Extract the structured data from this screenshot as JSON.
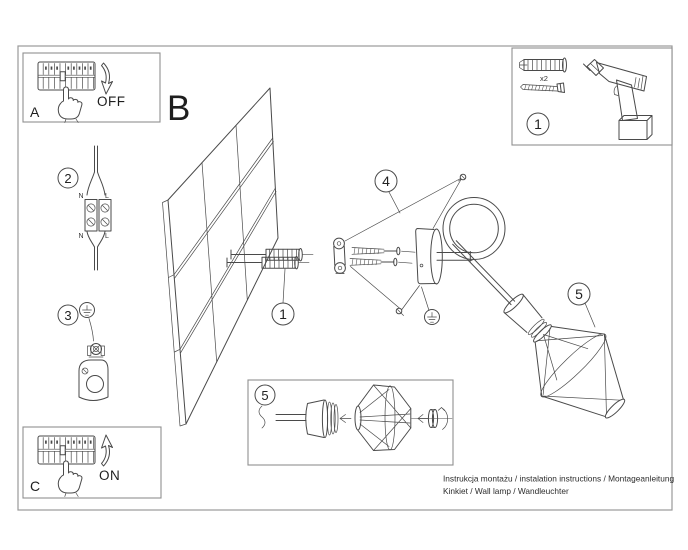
{
  "document": {
    "section_labels": {
      "a": "A",
      "b": "B",
      "c": "C"
    },
    "breaker": {
      "off": "OFF",
      "on": "ON"
    },
    "steps": {
      "s1": "1",
      "s2": "2",
      "s3": "3",
      "s4": "4",
      "s5": "5"
    },
    "wiring": {
      "neutral": "N",
      "live": "L"
    },
    "hardware": {
      "dowel_qty": "x2"
    },
    "footer": {
      "line1": "Instrukcja montażu / instalation instructions / Montageanleitung",
      "line2": "Kinkiet / Wall lamp / Wandleuchter"
    },
    "colors": {
      "line": "#4a4a4a",
      "frame": "#8f8f8f",
      "background": "#ffffff"
    }
  }
}
